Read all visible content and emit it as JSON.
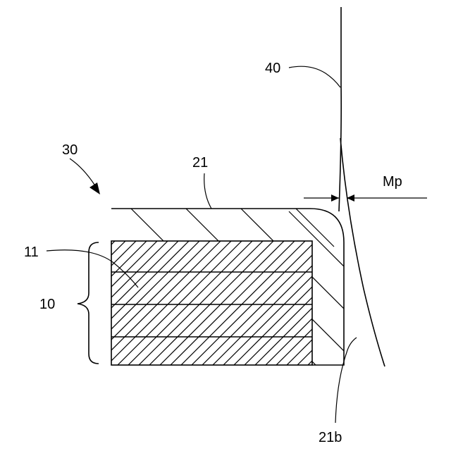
{
  "labels": {
    "ref_40": "40",
    "ref_30": "30",
    "ref_21": "21",
    "ref_mp": "Mp",
    "ref_11": "11",
    "ref_10": "10",
    "ref_21b": "21b"
  }
}
